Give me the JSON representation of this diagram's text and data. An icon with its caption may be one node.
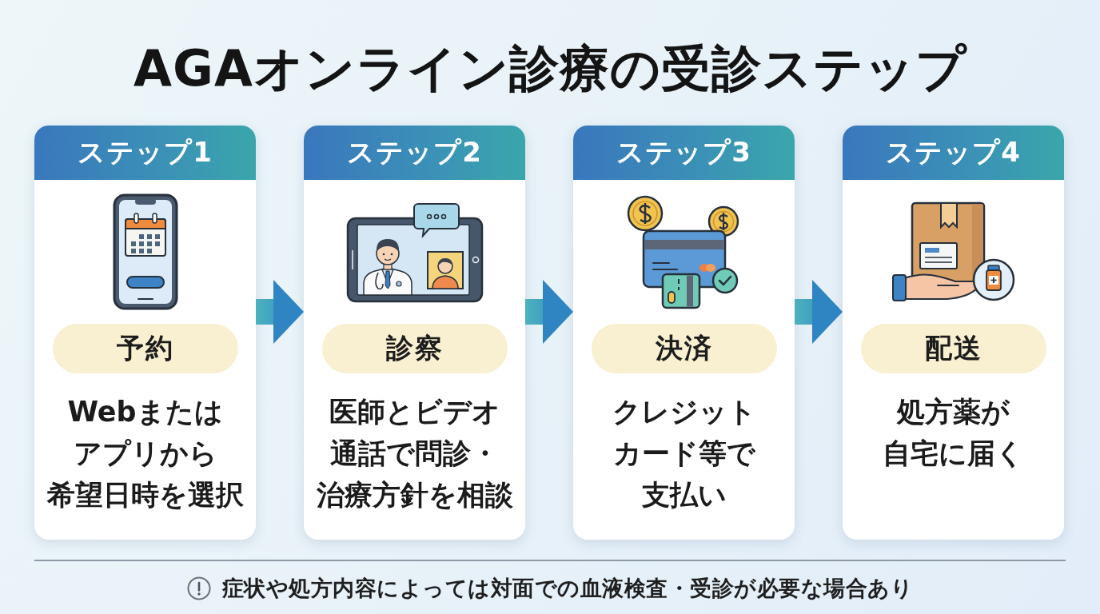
{
  "diagram": {
    "title": "AGAオンライン診療の受診ステップ",
    "nodes": [
      {
        "text": [
          "ステップ1",
          "Webまたはアプリから希望日時を選択"
        ]
      },
      {
        "text": [
          "予約"
        ],
        "in": 0
      },
      {
        "text": [
          "ステップ2",
          "医師とビデオ通話で問診・治療方針を相談"
        ]
      },
      {
        "text": [
          "診察"
        ],
        "in": 2
      },
      {
        "text": [
          "ステップ3",
          "クレジットカード等で支払い"
        ]
      },
      {
        "text": [
          "決済"
        ],
        "in": 4
      },
      {
        "text": [
          "ステップ4",
          "処方薬が自宅に届く"
        ]
      },
      {
        "text": [
          "配送"
        ],
        "in": 6
      }
    ],
    "edges": [
      {
        "from": 0,
        "to": 2,
        "arrow": "to"
      },
      {
        "from": 2,
        "to": 4,
        "arrow": "to"
      },
      {
        "from": 4,
        "to": 6,
        "arrow": "to"
      }
    ],
    "labels": [
      "症状や処方内容によっては対面での血液検査・受診が必要な場合あり"
    ]
  }
}
